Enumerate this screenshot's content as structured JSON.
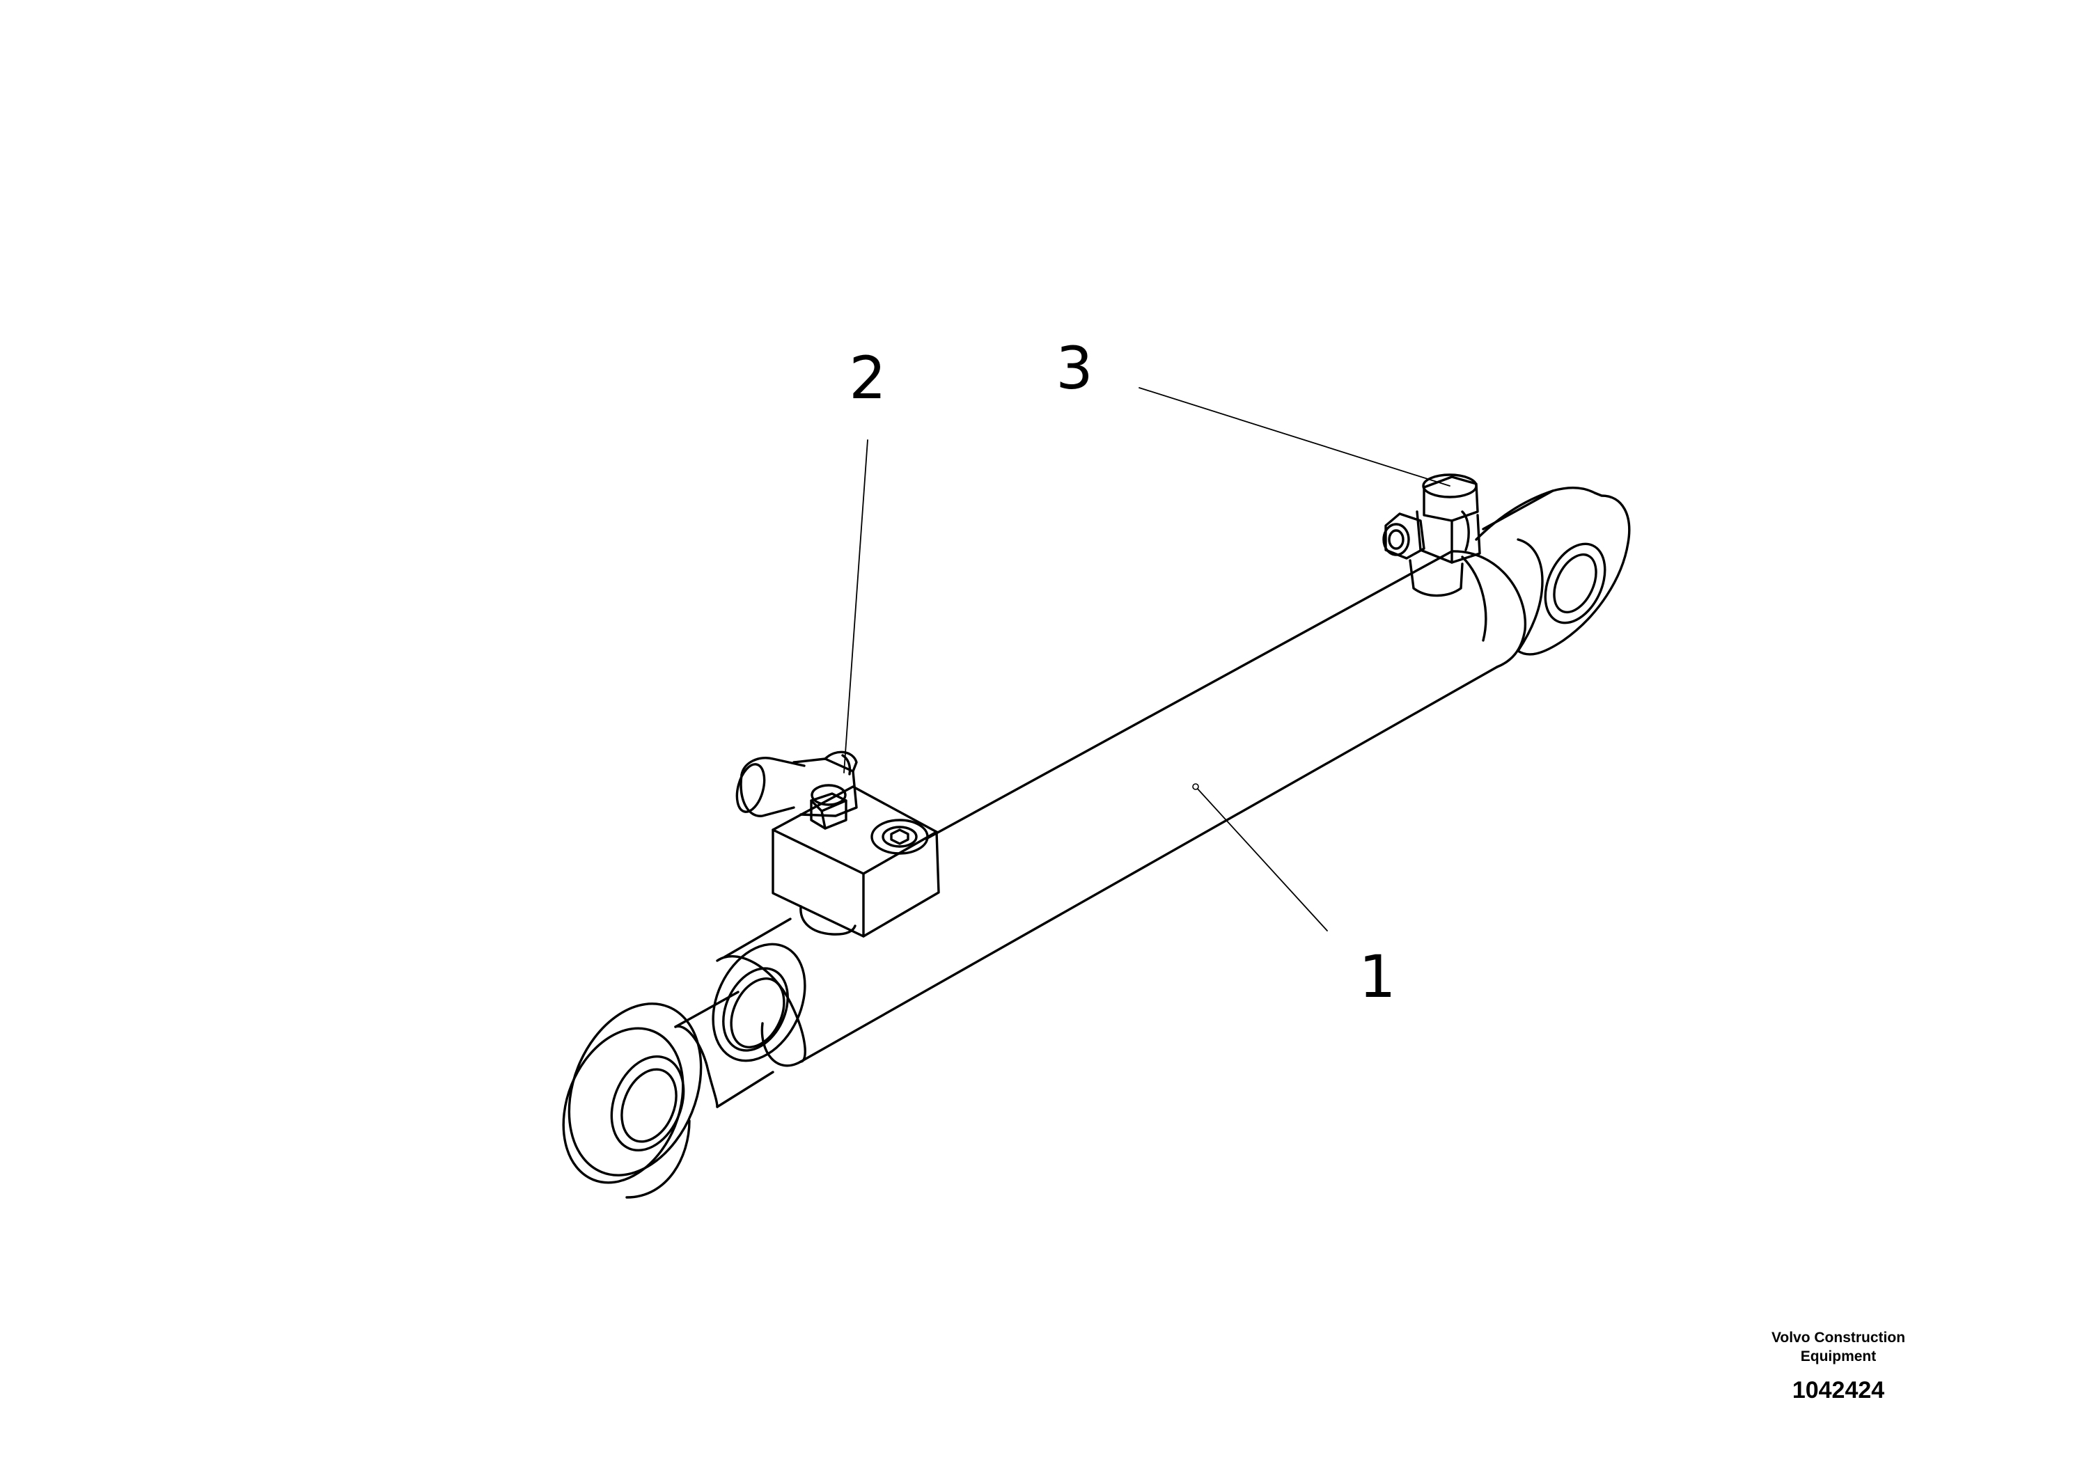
{
  "callouts": [
    {
      "label": "1",
      "part": "cylinder-barrel"
    },
    {
      "label": "2",
      "part": "valve-block-fitting"
    },
    {
      "label": "3",
      "part": "rear-port-fitting"
    }
  ],
  "credit": {
    "company_line1": "Volvo Construction",
    "company_line2": "Equipment",
    "drawing_number": "1042424"
  }
}
